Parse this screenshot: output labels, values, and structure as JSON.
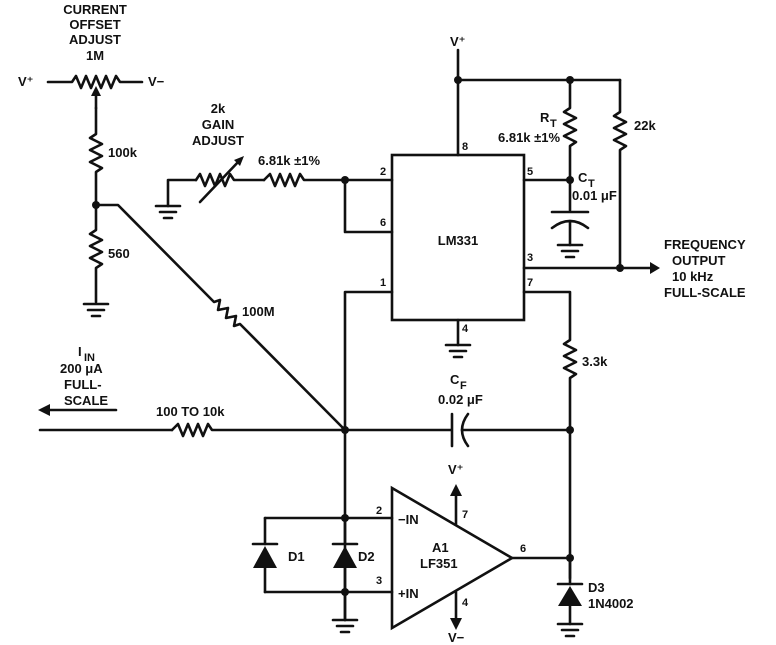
{
  "labels": {
    "current_offset": [
      "CURRENT",
      "OFFSET",
      "ADJUST",
      "1M"
    ],
    "vplus_left": "V⁺",
    "vminus_left": "V−",
    "r100k": "100k",
    "r560": "560",
    "gain_adjust": [
      "2k",
      "GAIN",
      "ADJUST"
    ],
    "r681k_top": "6.81k ±1%",
    "vplus_top": "V⁺",
    "rt": "R",
    "rt_sub": "T",
    "rt_val": "6.81k ±1%",
    "r22k": "22k",
    "ct": "C",
    "ct_sub": "T",
    "ct_val": "0.01 μF",
    "freq_output": [
      "FREQUENCY",
      "OUTPUT",
      "10 kHz",
      "FULL-SCALE"
    ],
    "lm331": "LM331",
    "r100m": "100M",
    "iin": [
      "I",
      "200 μA",
      "FULL-",
      "SCALE"
    ],
    "iin_sub": "IN",
    "r100_10k": "100 TO 10k",
    "cf": "C",
    "cf_sub": "F",
    "cf_val": "0.02 μF",
    "r33k": "3.3k",
    "d1": "D1",
    "d2": "D2",
    "a1": [
      "A1",
      "LF351"
    ],
    "minus_in": "−IN",
    "plus_in": "+IN",
    "vplus_op": "V⁺",
    "vminus_op": "V−",
    "d3": [
      "D3",
      "1N4002"
    ]
  },
  "pins": {
    "lm_2": "2",
    "lm_6": "6",
    "lm_1": "1",
    "lm_8": "8",
    "lm_5": "5",
    "lm_3": "3",
    "lm_7": "7",
    "lm_4": "4",
    "a1_2": "2",
    "a1_3": "3",
    "a1_7": "7",
    "a1_4": "4",
    "a1_6": "6"
  }
}
